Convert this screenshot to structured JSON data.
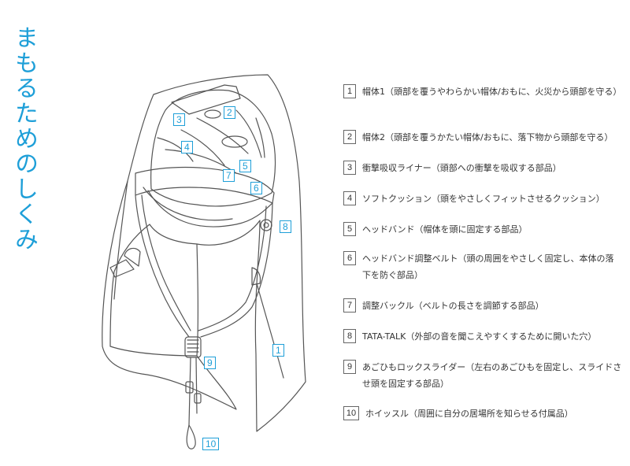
{
  "title": "まもるためのしくみ",
  "callouts": [
    "3",
    "2",
    "4",
    "5",
    "7",
    "6",
    "8",
    "1",
    "9",
    "10"
  ],
  "legend": [
    {
      "num": "1",
      "text": "帽体1（頭部を覆うやわらかい帽体/おもに、火災から頭部を守る）"
    },
    {
      "num": "2",
      "text": "帽体2（頭部を覆うかたい帽体/おもに、落下物から頭部を守る）"
    },
    {
      "num": "3",
      "text": "衝撃吸収ライナー（頭部への衝撃を吸収する部品）"
    },
    {
      "num": "4",
      "text": "ソフトクッション（頭をやさしくフィットさせるクッション）"
    },
    {
      "num": "5",
      "text": "ヘッドバンド（帽体を頭に固定する部品）"
    },
    {
      "num": "6",
      "text": "ヘッドバンド調整ベルト（頭の周囲をやさしく固定し、本体の落下を防ぐ部品）"
    },
    {
      "num": "7",
      "text": "調整バックル（ベルトの長さを調節する部品）"
    },
    {
      "num": "8",
      "text": "TATA-TALK（外部の音を聞こえやすくするために開いた穴）"
    },
    {
      "num": "9",
      "text": "あごひもロックスライダー（左右のあごひもを固定し、スライドさせ頭を固定する部品）"
    },
    {
      "num": "10",
      "text": "ホイッスル（周囲に自分の居場所を知らせる付属品）"
    }
  ]
}
